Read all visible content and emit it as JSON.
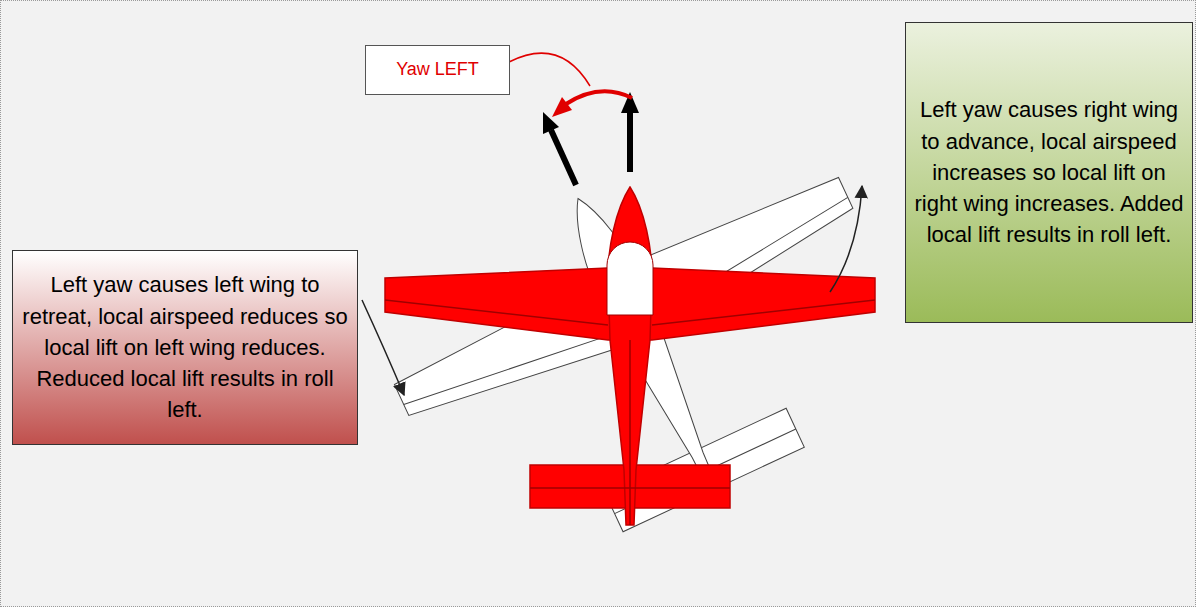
{
  "diagram": {
    "nodes": [
      {
        "text": [
          "Yaw LEFT"
        ]
      },
      {
        "text": [
          "Left yaw causes right wing to advance, local airspeed increases so local lift on right wing increases. Added local lift results in roll left."
        ]
      },
      {
        "text": [
          "Left yaw causes left wing to retreat, local airspeed reduces so local lift on left wing reduces. Reduced local lift results in roll left."
        ]
      }
    ]
  }
}
